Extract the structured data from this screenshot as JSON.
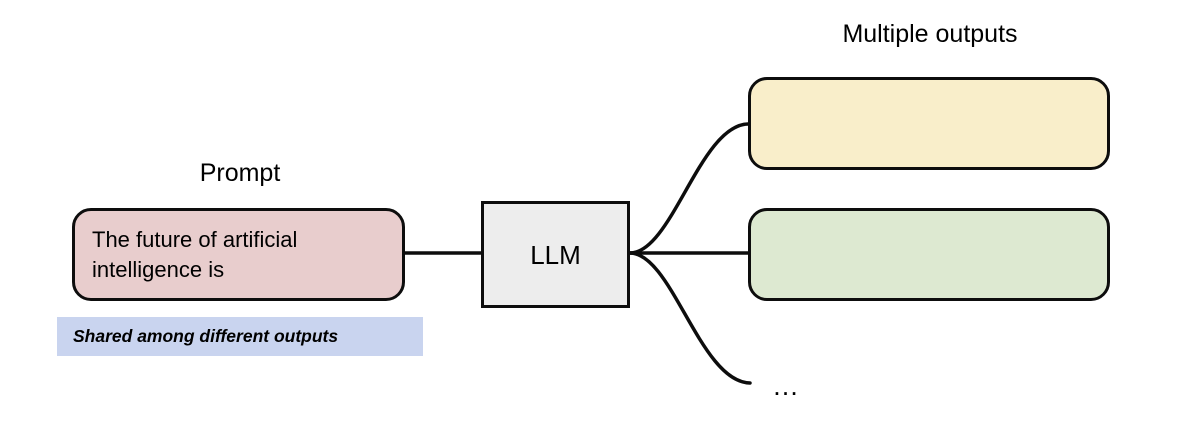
{
  "diagram": {
    "title_prompt": "Prompt",
    "title_outputs": "Multiple outputs",
    "ellipsis": "…",
    "colors": {
      "prompt_fill": "#e8cdcd",
      "shared_fill": "#c9d4ef",
      "llm_fill": "#ededed",
      "output_1_fill": "#f9eeca",
      "output_2_fill": "#dde9d1",
      "stroke": "#0d0d0d",
      "background": "#ffffff"
    }
  },
  "prompt": {
    "label": "Prompt",
    "text": "The future of artificial\nintelligence is",
    "note": "Shared among different outputs"
  },
  "model": {
    "label": "LLM"
  },
  "outputs": {
    "heading": "Multiple outputs",
    "items": [
      {
        "label": "",
        "fill": "#f9eeca"
      },
      {
        "label": "",
        "fill": "#dde9d1"
      }
    ],
    "more_indicator": "…"
  }
}
